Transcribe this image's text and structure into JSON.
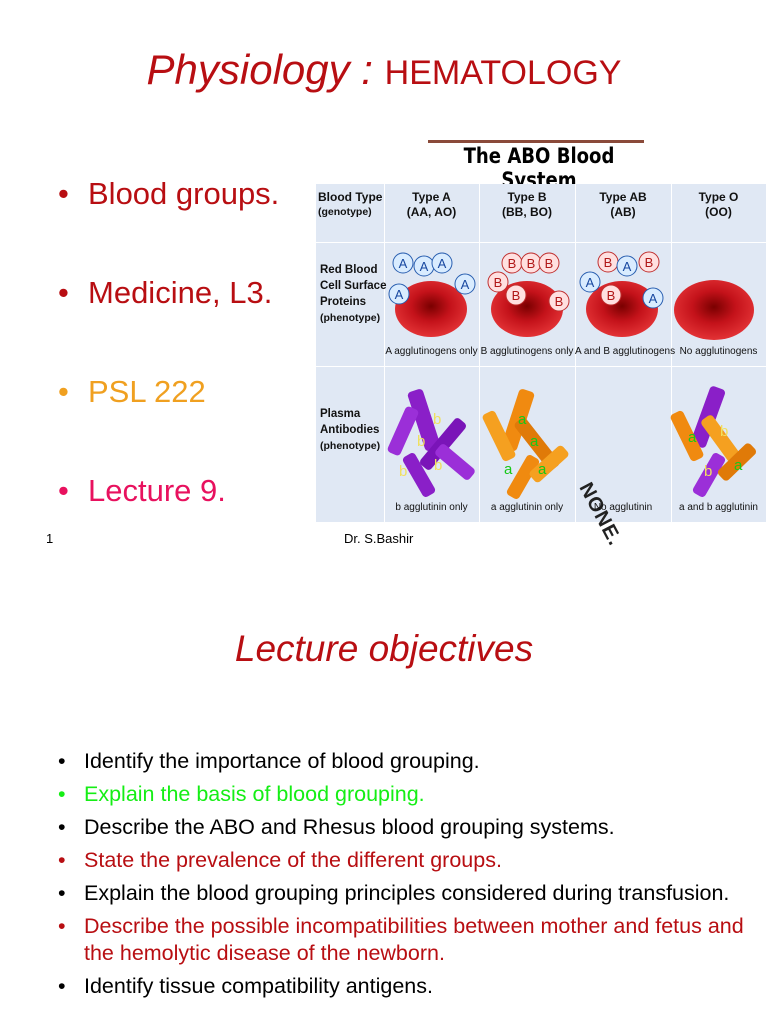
{
  "slide1": {
    "title_main": "Physiology : ",
    "title_sub": "HEMATOLOGY",
    "bullets": [
      {
        "text": "Blood groups.",
        "color": "#b80e12"
      },
      {
        "text": "Medicine, L3.",
        "color": "#b80e12"
      },
      {
        "text": "PSL 222",
        "color": "#f0a020"
      },
      {
        "text": "Lecture 9.",
        "color": "#e8115e"
      }
    ],
    "page_number": "1",
    "author": "Dr. S.Bashir",
    "figure": {
      "title": "The ABO Blood System",
      "header_label": [
        "Blood Type",
        "(genotype)"
      ],
      "types": [
        {
          "name": "Type A",
          "genotype": "(AA, AO)"
        },
        {
          "name": "Type B",
          "genotype": "(BB, BO)"
        },
        {
          "name": "Type AB",
          "genotype": "(AB)"
        },
        {
          "name": "Type O",
          "genotype": "(OO)"
        }
      ],
      "rbc_label": [
        "Red Blood",
        "Cell Surface",
        "Proteins",
        "(phenotype)"
      ],
      "rbc_captions": [
        "A agglutinogens only",
        "B agglutinogens only",
        "A and B agglutinogens",
        "No agglutinogens"
      ],
      "plasma_label": [
        "Plasma",
        "Antibodies",
        "(phenotype)"
      ],
      "plasma_captions": [
        "b agglutinin only",
        "a agglutinin only",
        "No agglutinin",
        "a and b agglutinin"
      ],
      "none_text": "NONE.",
      "antigen_letters": {
        "a": "A",
        "b": "B"
      },
      "antibody_letters": {
        "a": "a",
        "b": "b"
      }
    }
  },
  "slide2": {
    "title": "Lecture objectives",
    "objectives": [
      {
        "text": "Identify the importance of blood grouping.",
        "color": "#000000"
      },
      {
        "text": "Explain the basis of blood grouping.",
        "color": "#15ee15"
      },
      {
        "text": "Describe the ABO and Rhesus blood grouping systems.",
        "color": "#000000"
      },
      {
        "text": "State the prevalence of the different groups.",
        "color": "#b80e12"
      },
      {
        "text": "Explain the blood grouping principles considered during transfusion.",
        "color": "#000000"
      },
      {
        "text": "Describe the possible incompatibilities between mother and fetus and the hemolytic disease of the newborn.",
        "color": "#b80e12"
      },
      {
        "text": "Identify tissue compatibility antigens.",
        "color": "#000000"
      }
    ]
  }
}
